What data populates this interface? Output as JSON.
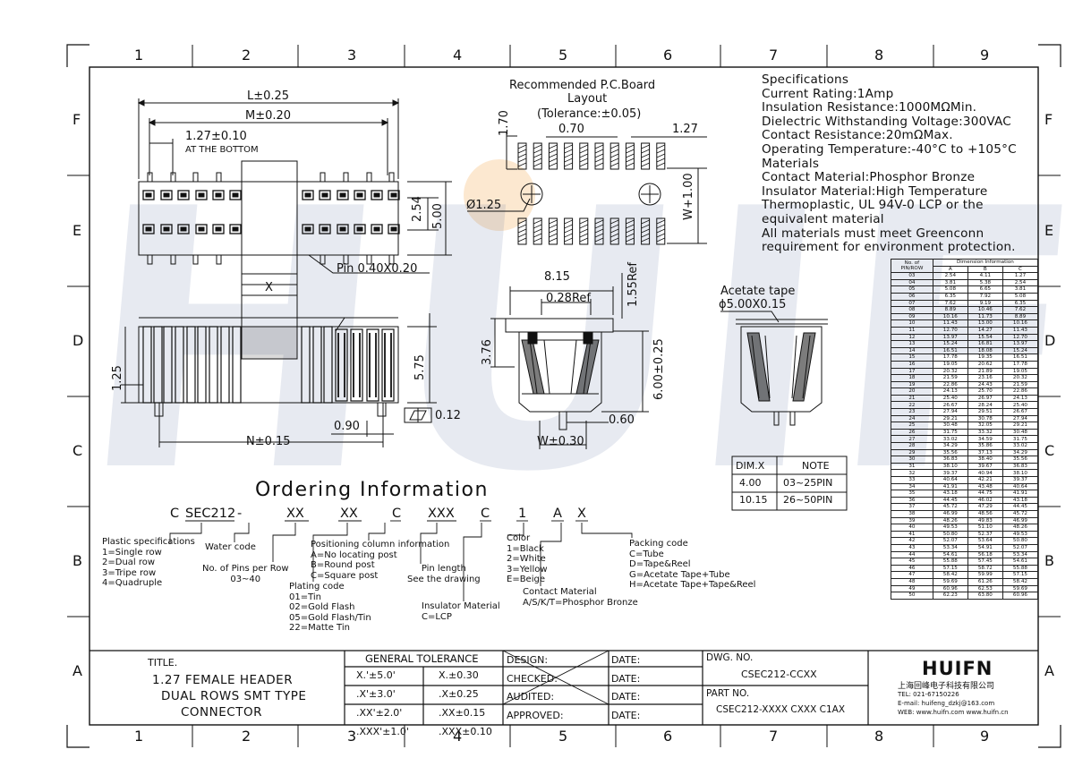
{
  "border": {
    "columns": [
      "1",
      "2",
      "3",
      "4",
      "5",
      "6",
      "7",
      "8",
      "9"
    ],
    "rows": [
      "F",
      "E",
      "D",
      "C",
      "B",
      "A"
    ]
  },
  "watermark": "HUIFN",
  "top_view": {
    "dim_L": "L±0.25",
    "dim_M": "M±0.20",
    "dim_pitch": "1.27±0.10",
    "at_bottom": "AT THE BOTTOM",
    "dim_254": "2.54",
    "dim_500": "5.00",
    "pin_note": "Pin 0.40X0.20"
  },
  "pcb_layout": {
    "title1": "Recommended P.C.Board",
    "title2": "Layout",
    "tolerance": "(Tolerance:±0.05)",
    "dim_170": "1.70",
    "dim_070": "0.70",
    "dim_127": "1.27",
    "dim_hole": "Ø1.25",
    "dim_W": "W+1.00"
  },
  "specs": [
    "Specifications",
    "Current Rating:1Amp",
    "Insulation Resistance:1000MΩMin.",
    "Dielectric Withstanding Voltage:300VAC",
    "Contact Resistance:20mΩMax.",
    "Operating Temperature:-40°C to +105°C",
    "Materials",
    "Contact Material:Phosphor Bronze",
    "Insulator Material:High Temperature",
    "Thermoplastic, UL 94V-0 LCP or the",
    "equivalent material",
    "All materials must meet Greenconn",
    "requirement for environment protection."
  ],
  "side_view": {
    "dim_X": "X",
    "dim_125": "1.25",
    "dim_575": "5.75",
    "dim_090": "0.90",
    "dim_N": "N±0.15",
    "flatness": "0.12"
  },
  "end_view": {
    "dim_815": "8.15",
    "dim_028": "0.28Ref",
    "dim_155": "1.55Ref",
    "dim_376": "3.76",
    "dim_600": "6.00±0.25",
    "dim_060": "0.60",
    "dim_W": "W±0.30"
  },
  "tape_view": {
    "label1": "Acetate tape",
    "label2": "ϕ5.00X0.15"
  },
  "dimx_table": {
    "header": [
      "DIM.X",
      "NOTE"
    ],
    "rows": [
      [
        "4.00",
        "03~25PIN"
      ],
      [
        "10.15",
        "26~50PIN"
      ]
    ]
  },
  "dimension_table": {
    "header_left": [
      "No. of",
      "PIN/ROW"
    ],
    "header_title": "Dimension Information",
    "columns": [
      "A",
      "B",
      "C"
    ],
    "rows": [
      [
        "03",
        "2.54",
        "4.11",
        "1.27"
      ],
      [
        "04",
        "3.81",
        "5.38",
        "2.54"
      ],
      [
        "05",
        "5.08",
        "6.65",
        "3.81"
      ],
      [
        "06",
        "6.35",
        "7.92",
        "5.08"
      ],
      [
        "07",
        "7.62",
        "9.19",
        "6.35"
      ],
      [
        "08",
        "8.89",
        "10.46",
        "7.62"
      ],
      [
        "09",
        "10.16",
        "11.73",
        "8.89"
      ],
      [
        "10",
        "11.43",
        "13.00",
        "10.16"
      ],
      [
        "11",
        "12.70",
        "14.27",
        "11.43"
      ],
      [
        "12",
        "13.97",
        "15.54",
        "12.70"
      ],
      [
        "13",
        "15.24",
        "16.81",
        "13.97"
      ],
      [
        "14",
        "16.51",
        "18.08",
        "15.24"
      ],
      [
        "15",
        "17.78",
        "19.35",
        "16.51"
      ],
      [
        "16",
        "19.05",
        "20.62",
        "17.78"
      ],
      [
        "17",
        "20.32",
        "21.89",
        "19.05"
      ],
      [
        "18",
        "21.59",
        "23.16",
        "20.32"
      ],
      [
        "19",
        "22.86",
        "24.43",
        "21.59"
      ],
      [
        "20",
        "24.13",
        "25.70",
        "22.86"
      ],
      [
        "21",
        "25.40",
        "26.97",
        "24.13"
      ],
      [
        "22",
        "26.67",
        "28.24",
        "25.40"
      ],
      [
        "23",
        "27.94",
        "29.51",
        "26.67"
      ],
      [
        "24",
        "29.21",
        "30.78",
        "27.94"
      ],
      [
        "25",
        "30.48",
        "32.05",
        "29.21"
      ],
      [
        "26",
        "31.75",
        "33.32",
        "30.48"
      ],
      [
        "27",
        "33.02",
        "34.59",
        "31.75"
      ],
      [
        "28",
        "34.29",
        "35.86",
        "33.02"
      ],
      [
        "29",
        "35.56",
        "37.13",
        "34.29"
      ],
      [
        "30",
        "36.83",
        "38.40",
        "35.56"
      ],
      [
        "31",
        "38.10",
        "39.67",
        "36.83"
      ],
      [
        "32",
        "39.37",
        "40.94",
        "38.10"
      ],
      [
        "33",
        "40.64",
        "42.21",
        "39.37"
      ],
      [
        "34",
        "41.91",
        "43.48",
        "40.64"
      ],
      [
        "35",
        "43.18",
        "44.75",
        "41.91"
      ],
      [
        "36",
        "44.45",
        "46.02",
        "43.18"
      ],
      [
        "37",
        "45.72",
        "47.29",
        "44.45"
      ],
      [
        "38",
        "46.99",
        "48.56",
        "45.72"
      ],
      [
        "39",
        "48.26",
        "49.83",
        "46.99"
      ],
      [
        "40",
        "49.53",
        "51.10",
        "48.26"
      ],
      [
        "41",
        "50.80",
        "52.37",
        "49.53"
      ],
      [
        "42",
        "52.07",
        "53.64",
        "50.80"
      ],
      [
        "43",
        "53.34",
        "54.91",
        "52.07"
      ],
      [
        "44",
        "54.61",
        "56.18",
        "53.34"
      ],
      [
        "45",
        "55.88",
        "57.45",
        "54.61"
      ],
      [
        "46",
        "57.15",
        "58.72",
        "55.88"
      ],
      [
        "47",
        "58.42",
        "59.99",
        "57.15"
      ],
      [
        "48",
        "59.69",
        "61.26",
        "58.42"
      ],
      [
        "49",
        "60.96",
        "62.53",
        "59.69"
      ],
      [
        "50",
        "62.23",
        "63.80",
        "60.96"
      ]
    ]
  },
  "ordering": {
    "title": "Ordering Information",
    "code": [
      "C",
      "SEC212",
      "-",
      "XX",
      "XX",
      "C",
      "XXX",
      "C",
      "1",
      "A",
      "X"
    ],
    "plastic": [
      "Plastic specifications",
      "1=Single row",
      "2=Dual row",
      "3=Tripe row",
      "4=Quadruple"
    ],
    "water": "Water code",
    "pins": [
      "No. of Pins per Row",
      "03~40"
    ],
    "plating": [
      "Plating code",
      "01=Tin",
      "02=Gold Flash",
      "05=Gold Flash/Tin",
      "22=Matte Tin"
    ],
    "positioning": [
      "Positioning column information",
      "A=No locating post",
      "B=Round post",
      "C=Square post"
    ],
    "pin_length": [
      "Pin length",
      "See the drawing"
    ],
    "insulator": [
      "Insulator Material",
      "C=LCP"
    ],
    "color": [
      "Color",
      "1=Black",
      "2=White",
      "3=Yellow",
      "E=Beige"
    ],
    "contact": [
      "Contact Material",
      "A/S/K/T=Phosphor Bronze"
    ],
    "packing": [
      "Packing code",
      "C=Tube",
      "D=Tape&Reel",
      "G=Acetate Tape+Tube",
      "H=Acetate Tape+Tape&Reel"
    ]
  },
  "title_block": {
    "title_label": "TITLE.",
    "title_lines": [
      "1.27 FEMALE HEADER",
      "DUAL ROWS SMT TYPE",
      "CONNECTOR"
    ],
    "tolerance_title": "GENERAL TOLERANCE",
    "tolerances": [
      [
        "X.'±5.0'",
        "X.±0.30"
      ],
      [
        ".X'±3.0'",
        ".X±0.25"
      ],
      [
        ".XX'±2.0'",
        ".XX±0.15"
      ],
      [
        ".XXX'±1.0'",
        ".XXX±0.10"
      ]
    ],
    "approvals": [
      "DESIGN:",
      "CHECKED:",
      "AUDITED:",
      "APPROVED:"
    ],
    "date_label": "DATE:",
    "dwg_label": "DWG. NO.",
    "dwg_no": "CSEC212-CCXX",
    "part_label": "PART NO.",
    "part_no": "CSEC212-XXXX CXXX C1AX",
    "company_logo": "HUIFN",
    "company_cn": "上海回峰电子科技有限公司",
    "tel": "TEL: 021-67150226",
    "email": "E-mail: huifeng_dzkj@163.com",
    "web": "WEB: www.huifn.com    www.huifn.cn"
  }
}
